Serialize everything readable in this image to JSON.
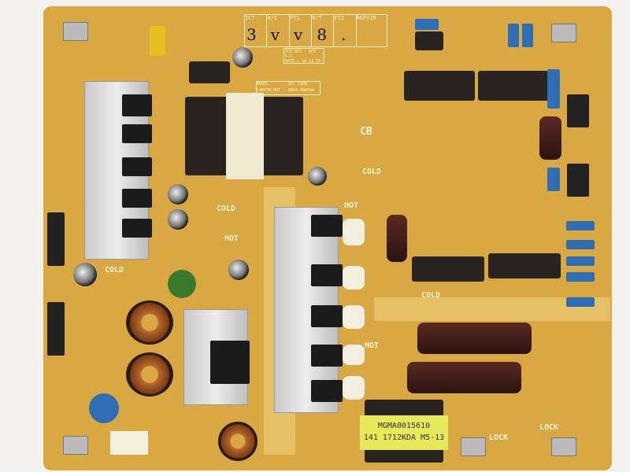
{
  "board": {
    "silkscreen": {
      "cb": "CB",
      "cold_1": "COLD",
      "cold_2": "COLD",
      "cold_3": "COLD",
      "cold_4": "COLD",
      "hot_1": "HOT",
      "hot_2": "HOT",
      "hot_3": "HOT",
      "lock_1": "LOCK",
      "lock_2": "LOCK"
    },
    "inspection_table": [
      "ICT",
      "W/I",
      "FT1",
      "R/T",
      "FT2",
      "REPAIR"
    ],
    "handwritten_marks": [
      "3",
      "v",
      "v",
      "8",
      "."
    ],
    "pcb_rev": "PCB REV : REV 1.2",
    "pcb_date": "DATE : 16.12.13",
    "model_label": "MODEL",
    "sec_code_label": "SEC CODE",
    "model_value": "L40S7N_MDY",
    "sec_code_value": "BN44-00856A",
    "transformer_line1": "MGMA0015610",
    "transformer_line2": "141 1712KDA M5-13"
  },
  "colors": {
    "pcb": "#d9a843",
    "heatsink": "#d0d0d0",
    "capacitor_blue": "#2f6db5"
  }
}
